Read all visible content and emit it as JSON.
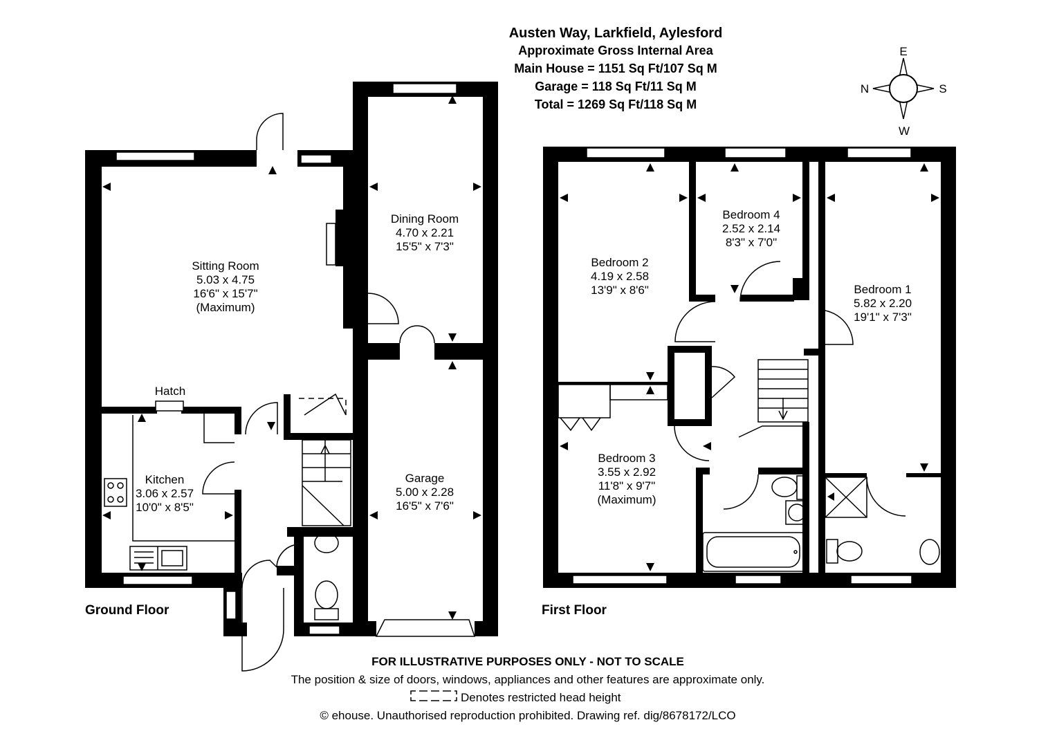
{
  "header": {
    "title": "Austen Way, Larkfield, Aylesford",
    "line1": "Approximate Gross Internal Area",
    "line2": "Main House = 1151 Sq Ft/107 Sq M",
    "line3": "Garage = 118 Sq Ft/11 Sq M",
    "line4": "Total = 1269 Sq Ft/118 Sq M"
  },
  "compass": {
    "n": "N",
    "e": "E",
    "s": "S",
    "w": "W"
  },
  "floors": {
    "ground": "Ground Floor",
    "first": "First Floor"
  },
  "rooms": {
    "sitting": {
      "name": "Sitting Room",
      "metric": "5.03 x 4.75",
      "imperial": "16'6\" x 15'7\"",
      "note": "(Maximum)"
    },
    "dining": {
      "name": "Dining Room",
      "metric": "4.70 x 2.21",
      "imperial": "15'5\" x 7'3\""
    },
    "kitchen": {
      "name": "Kitchen",
      "metric": "3.06 x 2.57",
      "imperial": "10'0\" x 8'5\""
    },
    "garage": {
      "name": "Garage",
      "metric": "5.00 x 2.28",
      "imperial": "16'5\" x 7'6\""
    },
    "bed2": {
      "name": "Bedroom 2",
      "metric": "4.19 x 2.58",
      "imperial": "13'9\" x 8'6\""
    },
    "bed4": {
      "name": "Bedroom 4",
      "metric": "2.52 x 2.14",
      "imperial": "8'3\" x 7'0\""
    },
    "bed1": {
      "name": "Bedroom 1",
      "metric": "5.82 x 2.20",
      "imperial": "19'1\" x 7'3\""
    },
    "bed3": {
      "name": "Bedroom 3",
      "metric": "3.55 x 2.92",
      "imperial": "11'8\" x 9'7\"",
      "note": "(Maximum)"
    }
  },
  "labels": {
    "hatch": "Hatch"
  },
  "footer": {
    "disclaimer": "FOR ILLUSTRATIVE PURPOSES ONLY - NOT TO SCALE",
    "approx": "The position & size of doors, windows, appliances and other features are approximate only.",
    "legend": "Denotes restricted head height",
    "copyright": "© ehouse. Unauthorised reproduction prohibited. Drawing ref. dig/8678172/LCO"
  }
}
